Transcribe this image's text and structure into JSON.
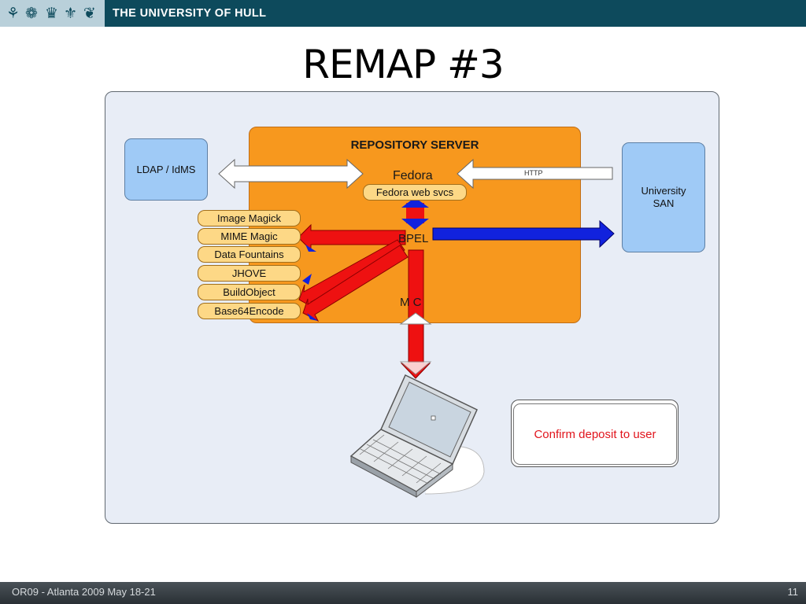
{
  "header": {
    "crest_icons": [
      "wheatsheaf-icon",
      "rose-icon",
      "crown-icon",
      "fleur-de-lis-icon",
      "bird-icon"
    ],
    "university": "THE UNIVERSITY OF HULL"
  },
  "slide": {
    "title": "REMAP #3"
  },
  "diagram": {
    "repository_title": "REPOSITORY SERVER",
    "fedora": "Fedora",
    "fedora_web_svcs": "Fedora web svcs",
    "bpel": "BPEL",
    "mc": "M C",
    "http": "HTTP",
    "ldap": "LDAP / IdMS",
    "san": "University SAN",
    "services": [
      "Image Magick",
      "MIME Magic",
      "Data Fountains",
      "JHOVE",
      "BuildObject",
      "Base64Encode"
    ],
    "confirm": "Confirm deposit to user"
  },
  "colors": {
    "header_bg": "#0d4a5c",
    "repository": "#f7981e",
    "blue_box": "#9fcaf6",
    "red_arrow": "#ee1111",
    "blue_arrow": "#1122dd",
    "confirm_text": "#e1141c"
  },
  "footer": {
    "text": "OR09 - Atlanta 2009 May 18-21",
    "page": "11"
  }
}
